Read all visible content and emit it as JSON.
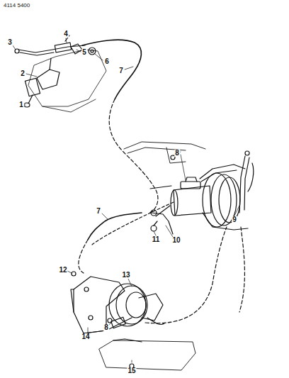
{
  "diagram": {
    "labels": [
      "4114 5400",
      "1",
      "2",
      "3",
      "4",
      "5",
      "6",
      "7",
      "8",
      "7",
      "9",
      "10",
      "11",
      "12",
      "13",
      "8",
      "14",
      "15"
    ]
  }
}
